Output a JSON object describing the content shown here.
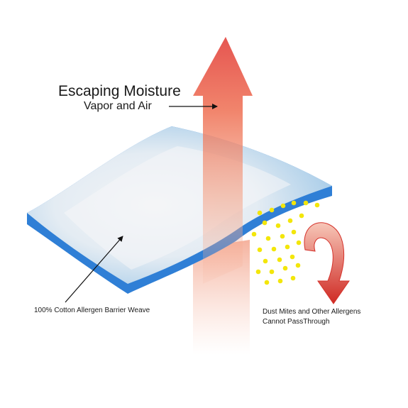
{
  "labels": {
    "title": "Escaping Moisture",
    "subtitle": "Vapor and Air",
    "fabric": "100% Cotton Allergen Barrier Weave",
    "dust_line1": "Dust Mites and Other Allergens",
    "dust_line2": "Cannot PassThrough"
  },
  "colors": {
    "up_arrow": "#e0302a",
    "deflect_arrow": "#d5322b",
    "fabric_edge": "#2f7fd6",
    "fabric_top": "#cfe3f3",
    "particles": "#f3e60a"
  },
  "icons": [
    "moisture-up-arrow",
    "deflect-arrow",
    "pointer-arrow",
    "allergen-particles"
  ]
}
